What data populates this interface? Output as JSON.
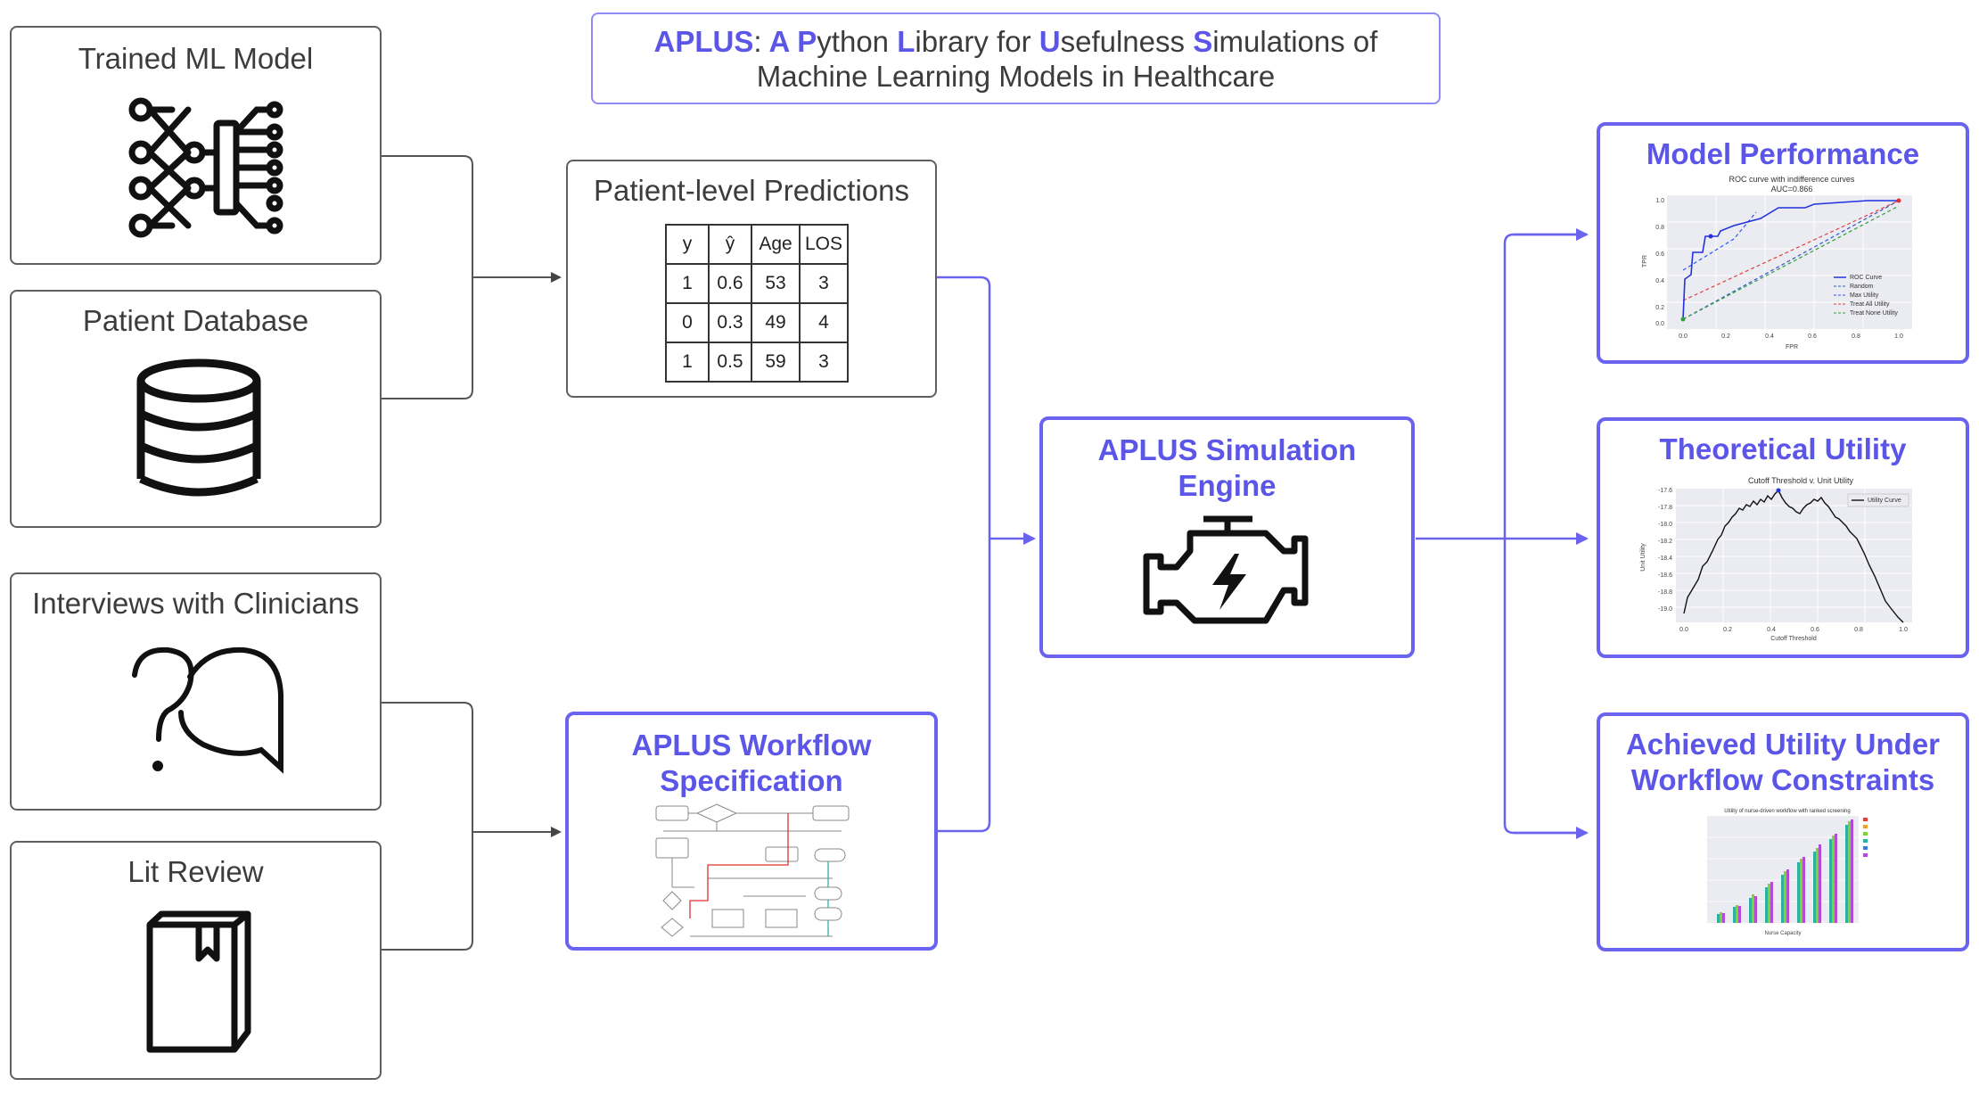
{
  "title": {
    "prefix": "APLUS",
    "line1_rest": [
      ":",
      " A ",
      "P",
      "ython ",
      "L",
      "ibrary for ",
      "U",
      "sefulness ",
      "S",
      "imulations of"
    ],
    "line2": "Machine Learning Models in Healthcare"
  },
  "inputs": {
    "trained_model": "Trained ML Model",
    "patient_database": "Patient Database",
    "interviews": "Interviews with Clinicians",
    "lit_review": "Lit Review"
  },
  "predictions": {
    "label": "Patient-level Predictions",
    "columns": [
      "y",
      "ŷ",
      "Age",
      "LOS"
    ],
    "rows": [
      [
        "1",
        "0.6",
        "53",
        "3"
      ],
      [
        "0",
        "0.3",
        "49",
        "4"
      ],
      [
        "1",
        "0.5",
        "59",
        "3"
      ]
    ]
  },
  "workflow": {
    "label_line1": "APLUS Workflow",
    "label_line2": "Specification"
  },
  "engine": {
    "label_line1": "APLUS Simulation",
    "label_line2": "Engine"
  },
  "outputs": {
    "model_performance": "Model Performance",
    "theoretical_utility": "Theoretical Utility",
    "achieved_line1": "Achieved Utility Under",
    "achieved_line2": "Workflow Constraints"
  },
  "roc_chart": {
    "title": "ROC curve with indifference curves",
    "subtitle": "AUC=0.866",
    "xlabel": "FPR",
    "ylabel": "TPR",
    "ticks": [
      "0.0",
      "0.2",
      "0.4",
      "0.6",
      "0.8",
      "1.0"
    ],
    "legend": [
      "ROC Curve",
      "Random",
      "Max Utility",
      "Treat All Utility",
      "Treat None Utility"
    ]
  },
  "utility_chart": {
    "title": "Cutoff Threshold v. Unit Utility",
    "xlabel": "Cutoff Threshold",
    "ylabel": "Unit Utility",
    "legend": [
      "Utility Curve"
    ],
    "xticks": [
      "0.0",
      "0.2",
      "0.4",
      "0.6",
      "0.8",
      "1.0"
    ],
    "yticks": [
      "-17.6",
      "-17.8",
      "-18.0",
      "-18.2",
      "-18.4",
      "-18.6",
      "-18.8",
      "-19.0"
    ]
  },
  "achieved_chart": {
    "title": "Utility of nurse-driven workflow with ranked screening",
    "xlabel": "Nurse Capacity"
  },
  "colors": {
    "accent": "#5c56e8",
    "border_gray": "#5f5f5f",
    "wire": "#6a63f0"
  }
}
